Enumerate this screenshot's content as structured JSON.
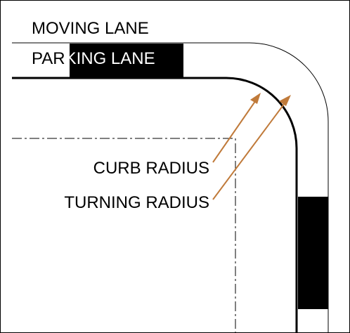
{
  "labels": {
    "moving_lane": "MOVING LANE",
    "parking_lane_dark_part": "PAR",
    "parking_lane_light_part": "KING LANE",
    "curb_radius": "CURB RADIUS",
    "turning_radius": "TURNING RADIUS"
  },
  "colors": {
    "background": "#ffffff",
    "lines": "#000000",
    "parking_fill": "#000000",
    "leader_arrows": "#c07a3a"
  }
}
